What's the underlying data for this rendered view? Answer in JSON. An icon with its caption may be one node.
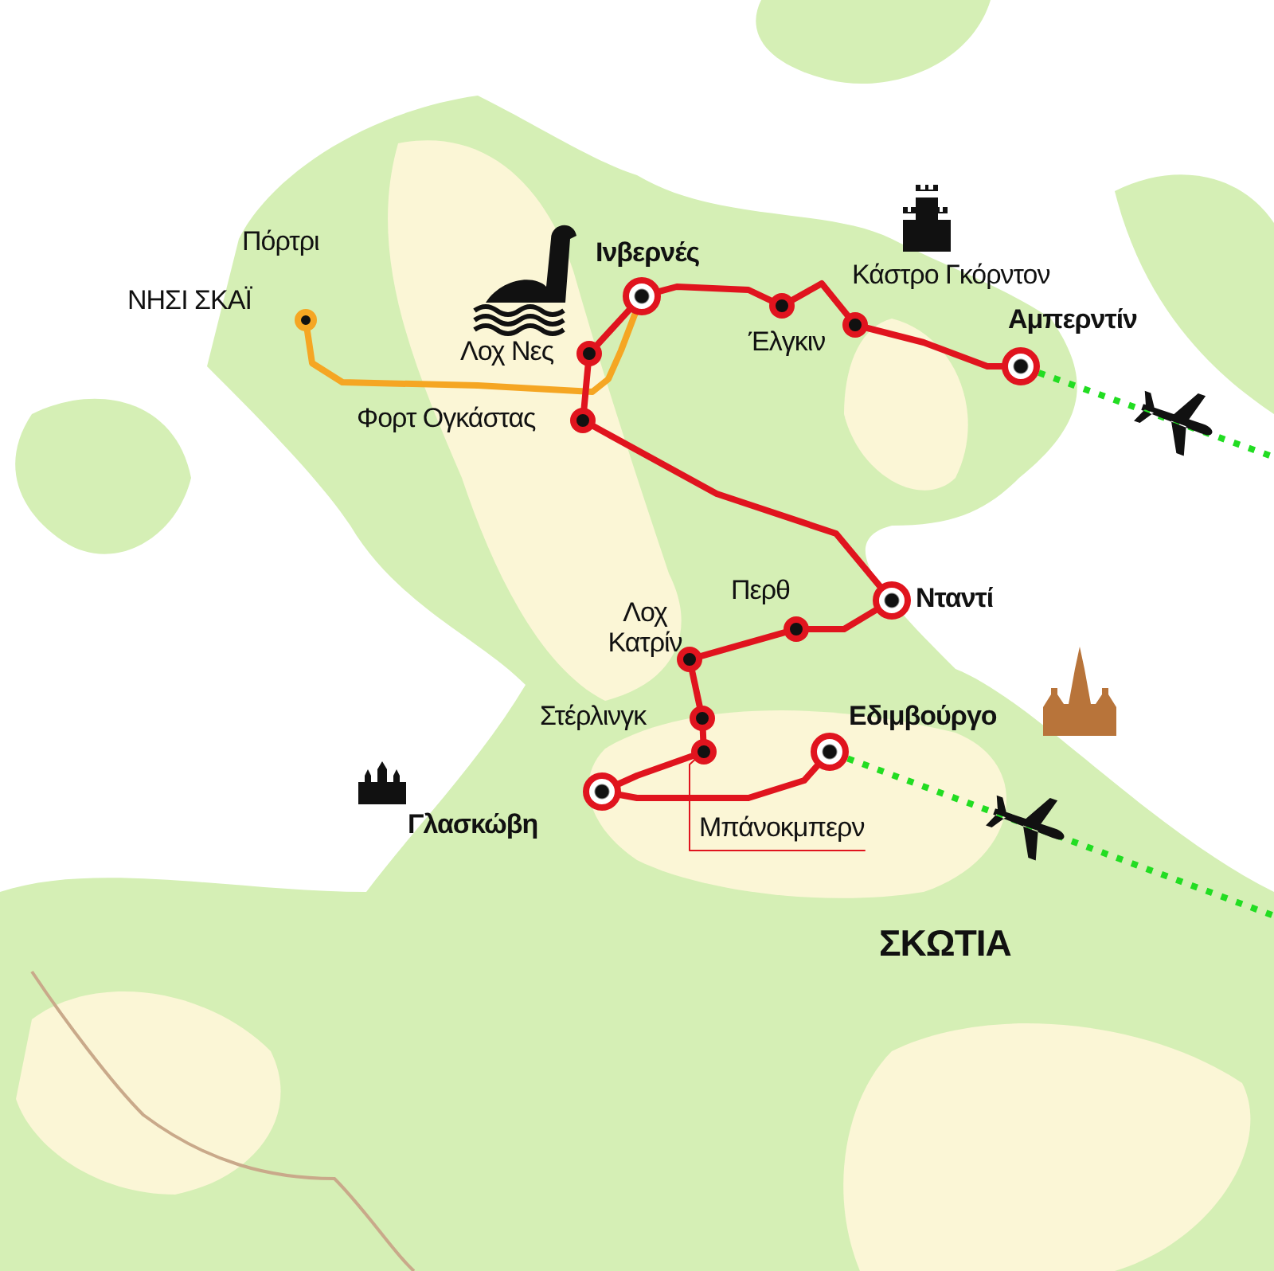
{
  "diagram": {
    "nodes": [
      {
        "text": [],
        "shape": "circle",
        "beside": [
          "Πόρτρι"
        ]
      },
      {
        "text": [],
        "shape": "circle",
        "beside": [
          "Λοχ Νες"
        ]
      },
      {
        "text": [],
        "shape": "circle",
        "beside": [
          "Ινβερνές"
        ]
      },
      {
        "text": [],
        "shape": "circle",
        "beside": [
          "Έλγκιν"
        ]
      },
      {
        "text": [],
        "shape": "circle",
        "beside": [
          "Κάστρο Γκόρντον"
        ]
      },
      {
        "text": [],
        "shape": "circle",
        "beside": [
          "Αμπερντίν"
        ]
      },
      {
        "text": [],
        "shape": "circle",
        "beside": [
          "Φορτ Ογκάστας"
        ]
      },
      {
        "text": [],
        "shape": "circle",
        "beside": [
          "Νταντί"
        ]
      },
      {
        "text": [],
        "shape": "circle",
        "beside": [
          "Περθ"
        ]
      },
      {
        "text": [],
        "shape": "circle",
        "beside": [
          "Λοχ Κατρίν"
        ]
      },
      {
        "text": [],
        "shape": "circle",
        "beside": [
          "Στέρλινγκ"
        ]
      },
      {
        "text": [],
        "shape": "circle"
      },
      {
        "text": [
          "Μπάνοκμπερν"
        ]
      },
      {
        "text": [],
        "shape": "circle",
        "beside": [
          "Γλασκώβη"
        ]
      },
      {
        "text": [],
        "shape": "circle",
        "beside": [
          "Εδιμβούργο"
        ]
      }
    ],
    "edges": [
      {
        "from": 0,
        "to": 2,
        "arrow": "none",
        "color": "#f5a623"
      },
      {
        "from": 2,
        "to": 1,
        "arrow": "none"
      },
      {
        "from": 1,
        "to": 6,
        "arrow": "none"
      },
      {
        "from": 2,
        "to": 3,
        "arrow": "none"
      },
      {
        "from": 3,
        "to": 4,
        "arrow": "none"
      },
      {
        "from": 4,
        "to": 5,
        "arrow": "none"
      },
      {
        "from": 6,
        "to": 7,
        "arrow": "none"
      },
      {
        "from": 7,
        "to": 8,
        "arrow": "none"
      },
      {
        "from": 8,
        "to": 9,
        "arrow": "none"
      },
      {
        "from": 9,
        "to": 10,
        "arrow": "none"
      },
      {
        "from": 10,
        "to": 11,
        "arrow": "none"
      },
      {
        "from": 11,
        "to": 13,
        "arrow": "none"
      },
      {
        "from": 13,
        "to": 14,
        "arrow": "none"
      },
      {
        "from": 12,
        "to": 11,
        "arrow": "none"
      },
      {
        "from": 5,
        "to": null,
        "arrow": "none",
        "style": "dashed",
        "color": "#22dd22"
      },
      {
        "from": 14,
        "to": null,
        "arrow": "none",
        "style": "dashed",
        "color": "#22dd22"
      }
    ],
    "labels": [
      "ΝΗΣΙ ΣΚΑΪ",
      "ΣΚΩΤΙΑ"
    ]
  }
}
